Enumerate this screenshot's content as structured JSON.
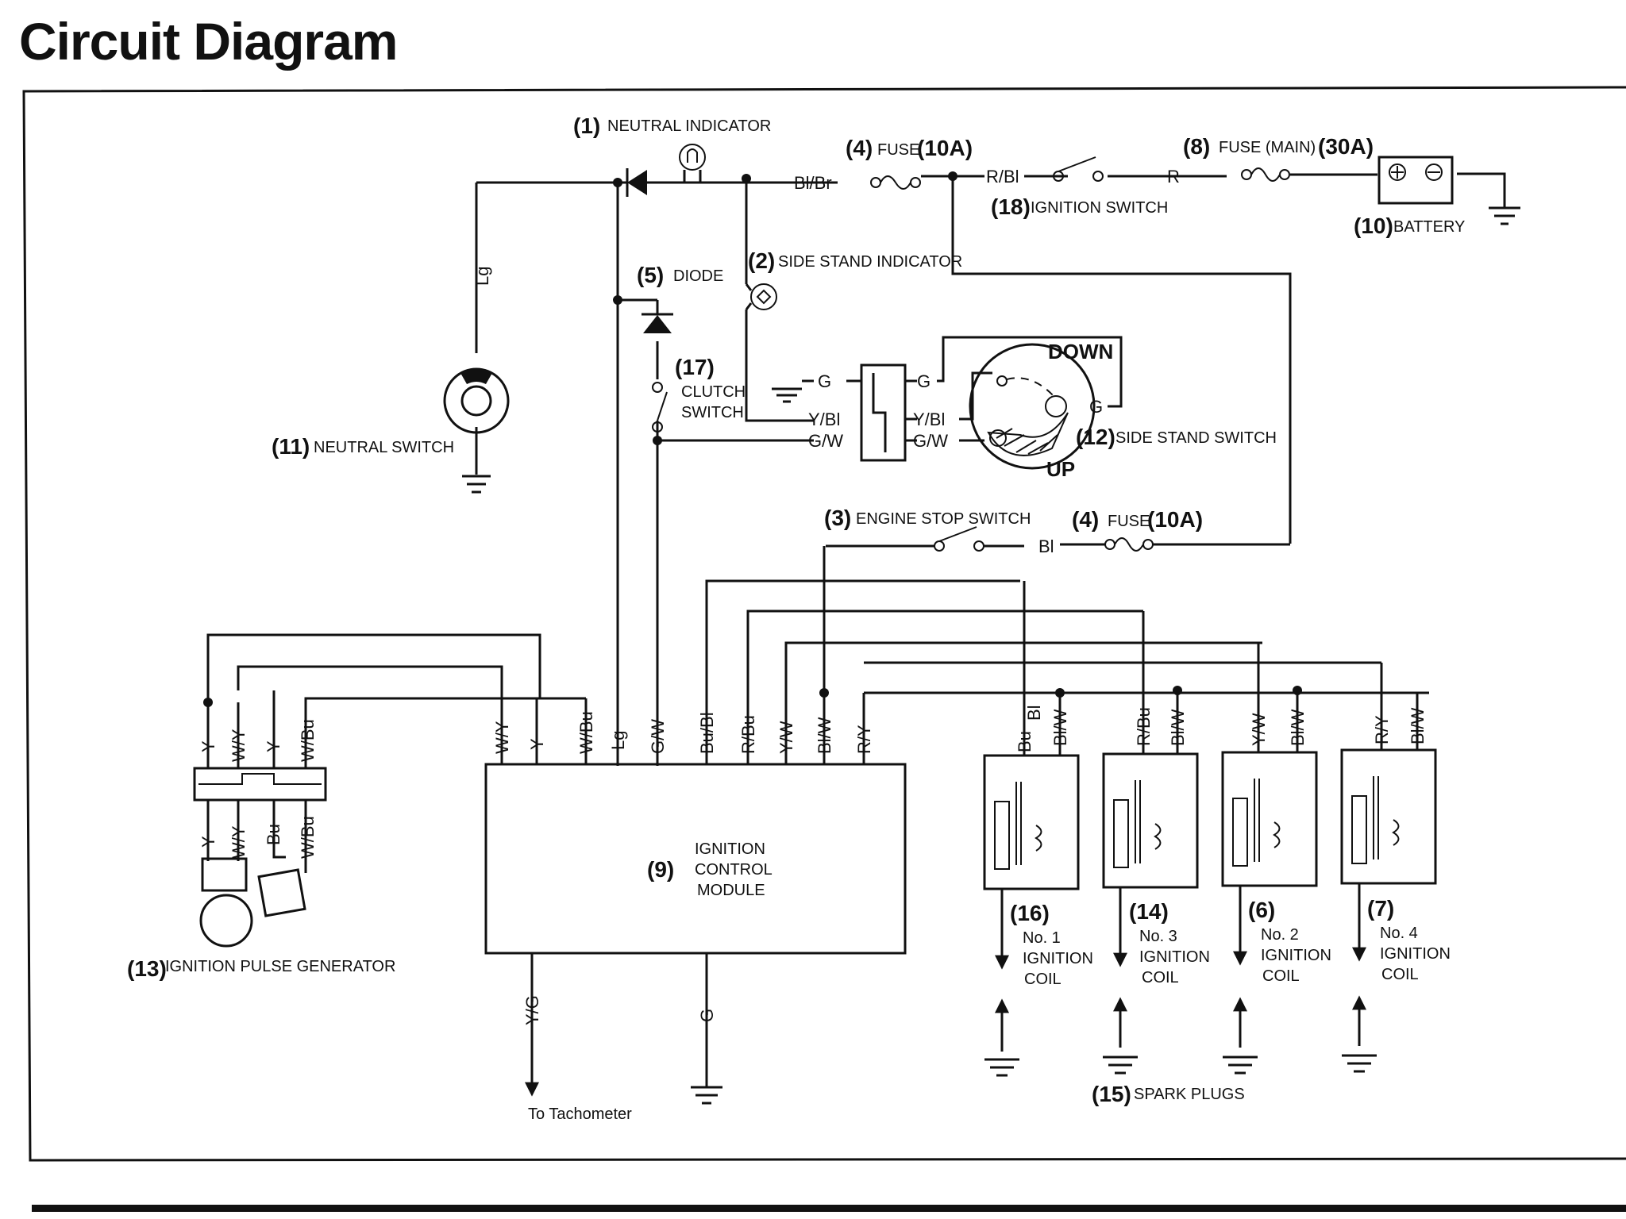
{
  "title": "Circuit Diagram",
  "components": {
    "neutral_indicator": {
      "num": "(1)",
      "label": "NEUTRAL INDICATOR"
    },
    "side_stand_indicator": {
      "num": "(2)",
      "label": "SIDE STAND INDICATOR"
    },
    "engine_stop_switch": {
      "num": "(3)",
      "label": "ENGINE STOP SWITCH"
    },
    "fuse_a": {
      "num": "(4)",
      "label": "FUSE",
      "rating": "(10A)"
    },
    "fuse_b": {
      "num": "(4)",
      "label": "FUSE",
      "rating": "(10A)"
    },
    "diode": {
      "num": "(5)",
      "label": "DIODE"
    },
    "coil2": {
      "num": "(6)",
      "line1": "No. 2",
      "line2": "IGNITION",
      "line3": "COIL"
    },
    "coil4": {
      "num": "(7)",
      "line1": "No. 4",
      "line2": "IGNITION",
      "line3": "COIL"
    },
    "fuse_main": {
      "num": "(8)",
      "label": "FUSE (MAIN)",
      "rating": "(30A)"
    },
    "icm": {
      "num": "(9)",
      "line1": "IGNITION",
      "line2": "CONTROL",
      "line3": "MODULE"
    },
    "battery": {
      "num": "(10)",
      "label": "BATTERY"
    },
    "neutral_switch": {
      "num": "(11)",
      "label": "NEUTRAL SWITCH"
    },
    "side_stand_switch": {
      "num": "(12)",
      "label": "SIDE STAND SWITCH",
      "down": "DOWN",
      "up": "UP"
    },
    "pulse_generator": {
      "num": "(13)",
      "label": "IGNITION PULSE GENERATOR"
    },
    "coil3": {
      "num": "(14)",
      "line1": "No. 3",
      "line2": "IGNITION",
      "line3": "COIL"
    },
    "spark_plugs": {
      "num": "(15)",
      "label": "SPARK PLUGS"
    },
    "coil1": {
      "num": "(16)",
      "line1": "No. 1",
      "line2": "IGNITION",
      "line3": "COIL"
    },
    "clutch_switch": {
      "num": "(17)",
      "line1": "CLUTCH",
      "line2": "SWITCH"
    },
    "ignition_switch": {
      "num": "(18)",
      "label": "IGNITION SWITCH"
    }
  },
  "wires": {
    "lg": "Lg",
    "bl_br": "Bl/Br",
    "r_bl": "R/Bl",
    "r": "R",
    "bl": "Bl",
    "g": "G",
    "y_bl": "Y/Bl",
    "g_w": "G/W",
    "y_g": "Y/G",
    "y": "Y",
    "w_y": "W/Y",
    "w_bu": "W/Bu",
    "bu": "Bu",
    "bu_bl": "Bu/Bl",
    "r_bu": "R/Bu",
    "y_w": "Y/W",
    "bl_w": "Bl/W",
    "r_y": "R/Y"
  },
  "tachometer_label": "To Tachometer"
}
